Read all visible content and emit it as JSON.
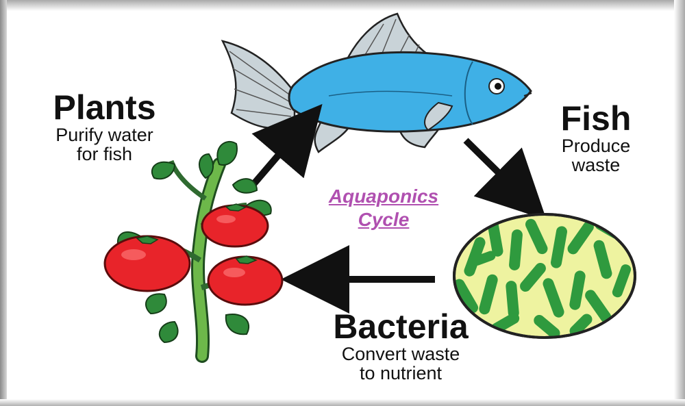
{
  "plants": {
    "title": "Plants",
    "desc_line1": "Purify water",
    "desc_line2": "for fish"
  },
  "fish": {
    "title": "Fish",
    "desc_line1": "Produce",
    "desc_line2": "waste"
  },
  "bacteria": {
    "title": "Bacteria",
    "desc_line1": "Convert waste",
    "desc_line2": "to nutrient"
  },
  "center": {
    "line1": "Aquaponics",
    "line2": "Cycle"
  },
  "colors": {
    "fish_body": "#3fb0e6",
    "fish_fin": "#c9d3d8",
    "tomato": "#e8242a",
    "leaf": "#2f8a3a",
    "bacteria_bg": "#eef3a0",
    "bacteria_cell": "#2f9a3e",
    "cycle_text": "#b050b0"
  }
}
